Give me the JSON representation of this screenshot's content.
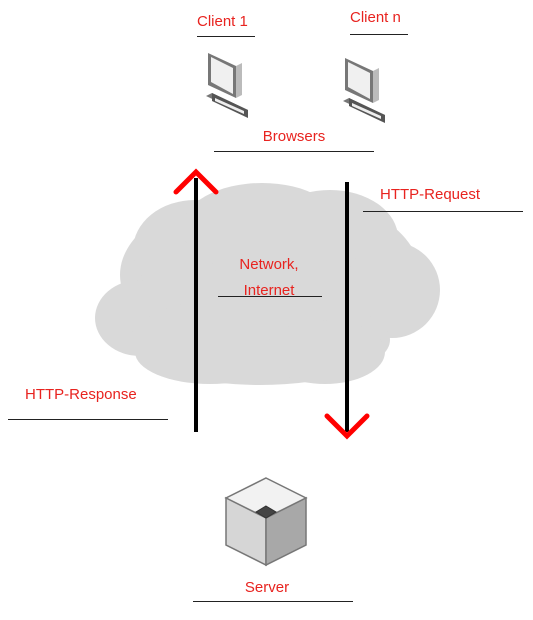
{
  "clients": {
    "client_1": "Client 1",
    "client_n": "Client n",
    "browsers": "Browsers"
  },
  "network": {
    "line1": "Network,",
    "line2": "Internet"
  },
  "flows": {
    "request": "HTTP-Request",
    "response": "HTTP-Response"
  },
  "server": {
    "label": "Server"
  },
  "colors": {
    "label_text": "#e8231f",
    "arrow_shaft": "#000000",
    "arrow_head": "#ff0000",
    "cloud_fill": "#d9d9d9"
  },
  "icons": [
    "computer-icon",
    "computer-icon",
    "cloud-icon",
    "server-icon"
  ]
}
